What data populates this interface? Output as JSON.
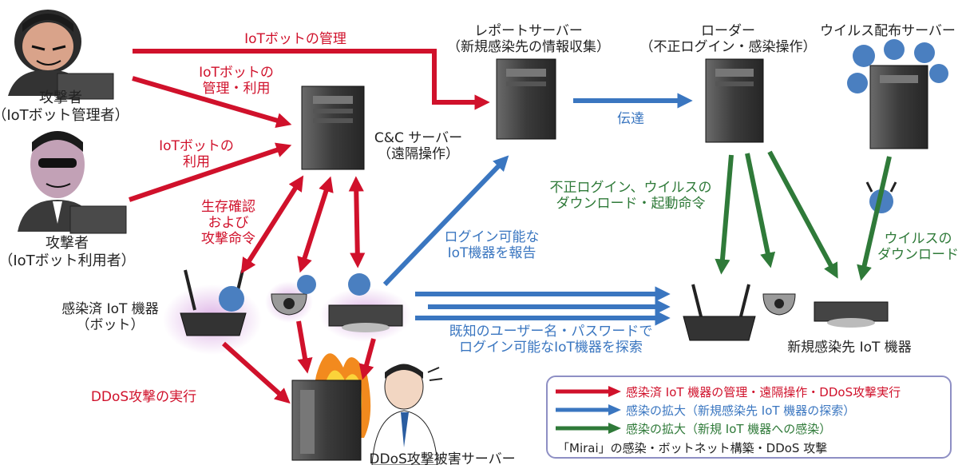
{
  "colors": {
    "red": "#d0112b",
    "blue": "#3a76c0",
    "green": "#2f7a39",
    "black": "#222222"
  },
  "labels": {
    "attacker_admin": [
      "攻撃者",
      "（IoTボット管理者）"
    ],
    "attacker_user": [
      "攻撃者",
      "（IoTボット利用者）"
    ],
    "iot_manage": [
      "IoTボットの管理"
    ],
    "iot_manage_use": [
      "IoTボットの",
      "管理・利用"
    ],
    "iot_use": [
      "IoTボットの",
      "利用"
    ],
    "cc_server": [
      "C&C サーバー",
      "（遠隔操作）"
    ],
    "report_server": [
      "レポートサーバー",
      "（新規感染先の情報収集）"
    ],
    "loader": [
      "ローダー",
      "（不正ログイン・感染操作）"
    ],
    "virus_server": [
      "ウイルス配布サーバー"
    ],
    "transfer": [
      "伝達"
    ],
    "alive_check": [
      "生存確認",
      "および",
      "攻撃命令"
    ],
    "login_report": [
      "ログイン可能な",
      "IoT機器を報告"
    ],
    "illegal_login": [
      "不正ログイン、ウイルスの",
      "ダウンロード・起動命令"
    ],
    "virus_download": [
      "ウイルスの",
      "ダウンロード"
    ],
    "infected_iot": [
      "感染済 IoT 機器",
      "（ボット）"
    ],
    "search_known": [
      "既知のユーザー名・パスワードで",
      "ログイン可能なIoT機器を探索"
    ],
    "new_target": [
      "新規感染先 IoT 機器"
    ],
    "ddos_exec": [
      "DDoS攻撃の実行"
    ],
    "ddos_victim": [
      "DDoS攻撃被害サーバー"
    ]
  },
  "legend": {
    "items": [
      {
        "text": "感染済 IoT 機器の管理・遠隔操作・DDoS攻撃実行",
        "color": "#d0112b"
      },
      {
        "text": "感染の拡大（新規感染先 IoT 機器の探索）",
        "color": "#3a76c0"
      },
      {
        "text": "感染の拡大（新規 IoT 機器への感染）",
        "color": "#2f7a39"
      }
    ],
    "caption": "「Mirai」の感染・ボットネット構築・DDoS 攻撃"
  }
}
